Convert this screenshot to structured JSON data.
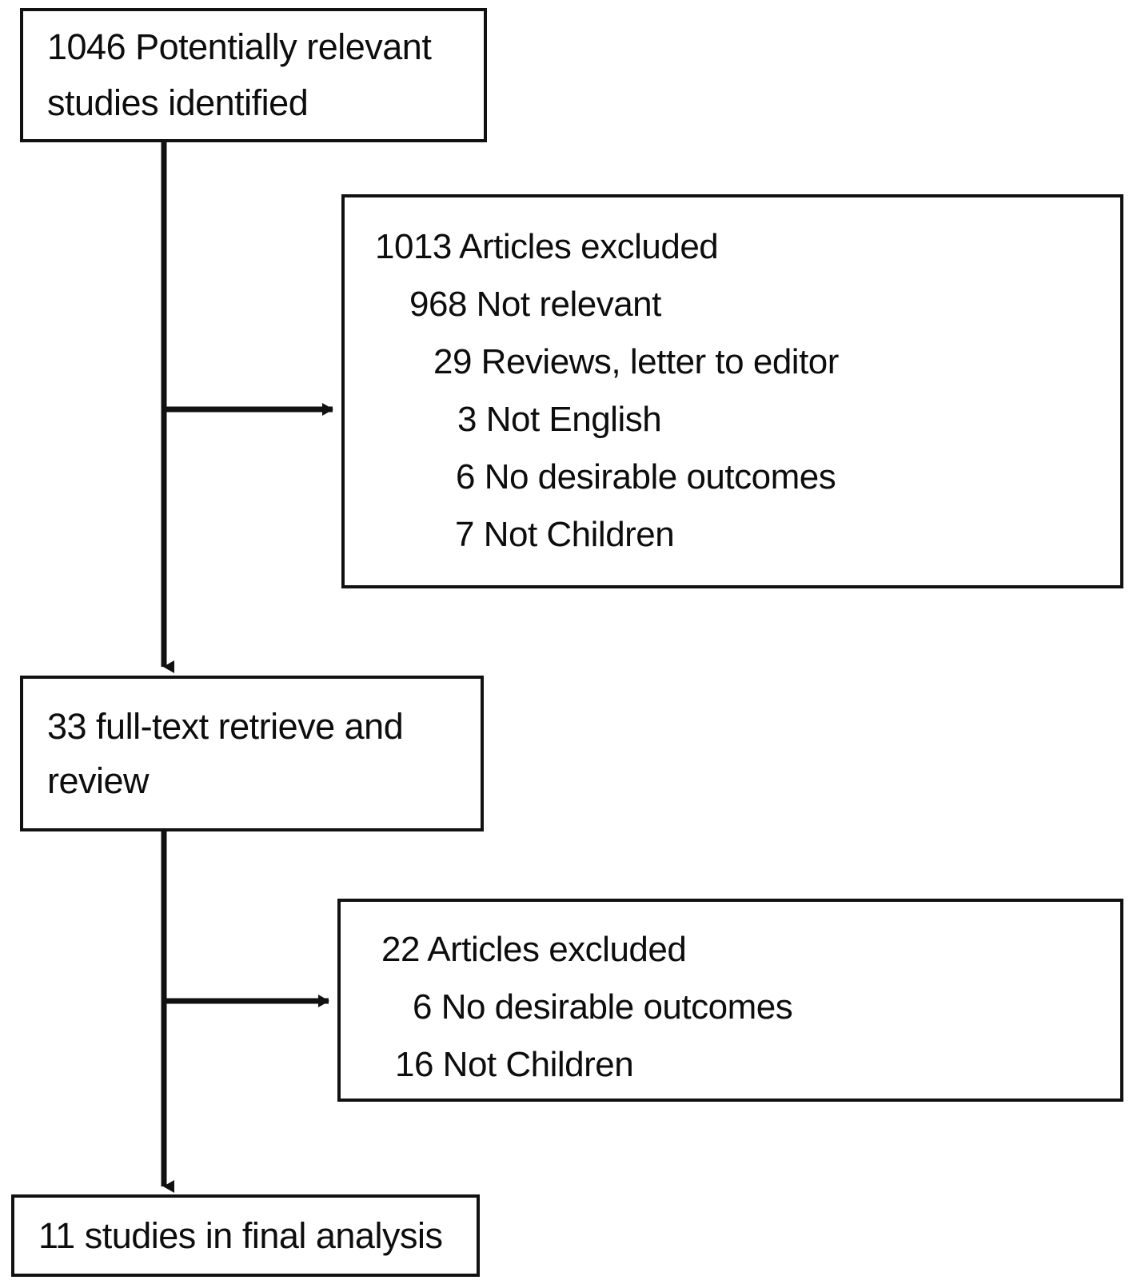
{
  "figure": {
    "type": "prisma-study-selection-flowchart",
    "orientation": "top-to-bottom"
  },
  "nodes": {
    "source": {
      "name": "potentially-relevant-studies",
      "lines": [
        "1046 Potentially relevant",
        "studies identified"
      ]
    },
    "excluded_1": {
      "name": "articles-excluded-screening",
      "heading": "1013 Articles excluded",
      "reasons": [
        "968 Not relevant",
        "29 Reviews, letter to editor",
        "3 Not English",
        "6 No desirable outcomes",
        "7 Not Children"
      ]
    },
    "fulltext": {
      "name": "full-text-retrieved",
      "lines": [
        "33 full-text retrieve and",
        "review"
      ]
    },
    "excluded_2": {
      "name": "articles-excluded-fulltext",
      "heading": "22 Articles excluded",
      "reasons": [
        "6 No desirable outcomes",
        "16 Not Children"
      ]
    },
    "final": {
      "name": "studies-in-final-analysis",
      "lines": [
        "11 studies in final analysis"
      ]
    }
  },
  "chart_data": {
    "type": "diagram",
    "title": "",
    "stages": [
      {
        "label": "Potentially relevant studies identified",
        "count": 1046
      },
      {
        "label": "Full-text retrieve and review",
        "count": 33
      },
      {
        "label": "Studies in final analysis",
        "count": 11
      }
    ],
    "exclusions": [
      {
        "stage": "screening",
        "total": 1013,
        "label": "Articles excluded",
        "reasons": [
          {
            "label": "Not relevant",
            "count": 968
          },
          {
            "label": "Reviews, letter to editor",
            "count": 29
          },
          {
            "label": "Not English",
            "count": 3
          },
          {
            "label": "No desirable outcomes",
            "count": 6
          },
          {
            "label": "Not Children",
            "count": 7
          }
        ]
      },
      {
        "stage": "full-text",
        "total": 22,
        "label": "Articles excluded",
        "reasons": [
          {
            "label": "No desirable outcomes",
            "count": 6
          },
          {
            "label": "Not Children",
            "count": 16
          }
        ]
      }
    ],
    "colors": {
      "stroke": "#111111",
      "background": "#ffffff",
      "text": "#0d0d0d"
    }
  }
}
